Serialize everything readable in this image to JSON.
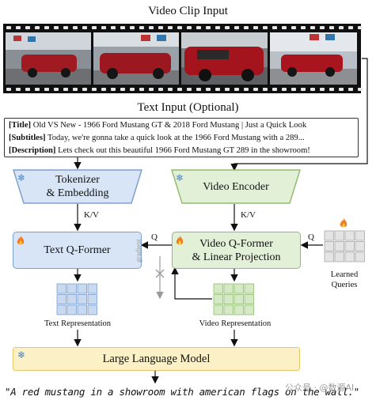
{
  "video_input_title": "Video Clip Input",
  "text_input_title": "Text Input (Optional)",
  "text_input": {
    "title_key": "[Title]",
    "title_value": " Old VS New - 1966 Ford Mustang GT & 2018 Ford Mustang | Just a Quick Look",
    "subtitles_key": "[Subtitles]",
    "subtitles_value": " Today, we're gonna take a quick look at the 1966 Ford Mustang with a 289...",
    "description_key": "[Description]",
    "description_value": " Lets check out this beautiful 1966 Ford Mustang GT 289 in the showroom!"
  },
  "tokenizer_label": "Tokenizer\n& Embedding",
  "video_encoder_label": "Video Encoder",
  "kv_left": "K/V",
  "kv_right": "K/V",
  "text_qformer_label": "Text Q-Former",
  "video_qformer_label": "Video Q-Former\n& Linear Projection",
  "q_left": "Q",
  "q_right": "Q",
  "gradient_label": "gradient",
  "learned_queries_label": "Learned\nQueries",
  "text_repr_label": "Text Representation",
  "video_repr_label": "Video Representation",
  "llm_label": "Large Language Model",
  "output_text": "\"A red mustang in a showroom with american flags on the wall.\"",
  "watermark": "公众号 · @数源AI",
  "colors": {
    "frozen_blue": "#d8e5f6",
    "trainable_green": "#e3f0d8",
    "llm_yellow": "#fcf1c6",
    "token_blue": "#c9daf0",
    "token_green": "#d5e9c4",
    "token_gray": "#e4e4e4"
  }
}
